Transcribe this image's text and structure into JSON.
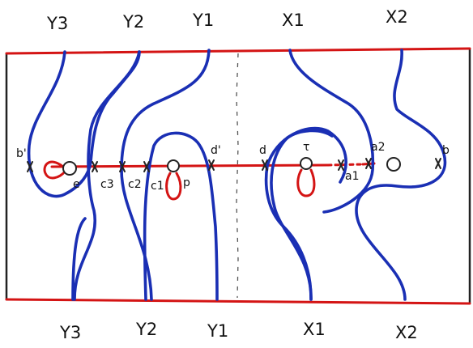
{
  "colors": {
    "boundary": "#d41414",
    "curve": "#1a2fb4",
    "frame": "#222222"
  },
  "top_labels": {
    "y3": "Y3",
    "y2": "Y2",
    "y1": "Y1",
    "x1": "X1",
    "x2": "X2"
  },
  "bottom_labels": {
    "y3": "Y3",
    "y2": "Y2",
    "y1": "Y1",
    "x1": "X1",
    "x2": "X2"
  },
  "points": {
    "b_prime": "b'",
    "e": "e",
    "c3": "c3",
    "c2": "c2",
    "c1": "c1",
    "p": "p",
    "d_prime": "d'",
    "d": "d",
    "tau": "τ",
    "a2": "a2",
    "a1": "a1",
    "b": "b"
  }
}
